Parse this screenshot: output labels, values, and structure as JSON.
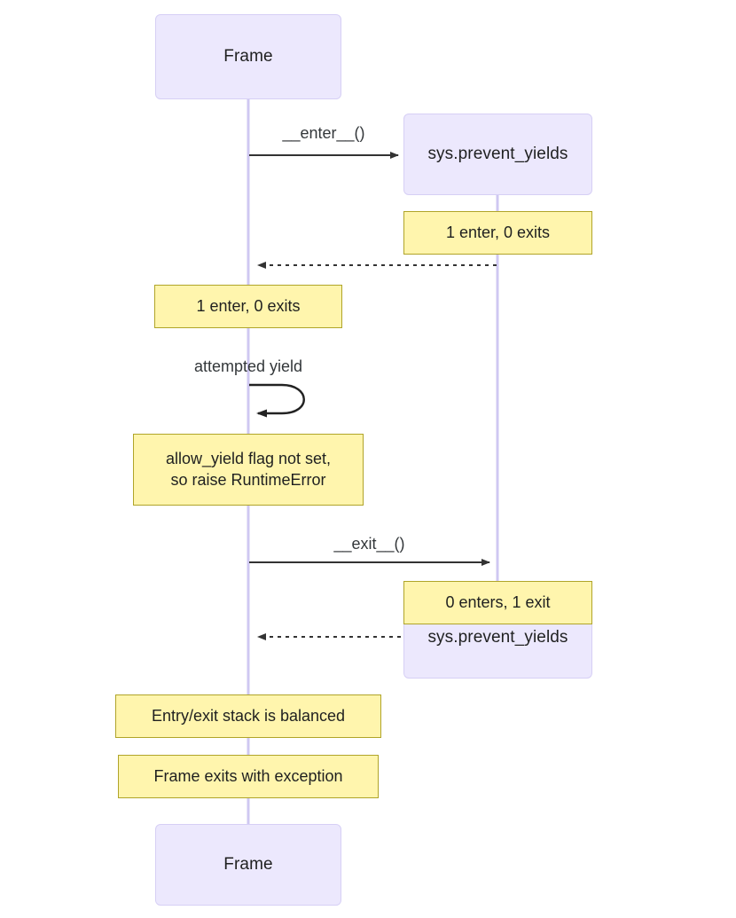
{
  "diagram": {
    "type": "sequence-diagram",
    "title": "",
    "background_color": "#ffffff",
    "actor_fill": "#ECE8FD",
    "actor_stroke": "#D6CFF5",
    "note_fill": "#FFF5AD",
    "note_stroke": "#B0A429",
    "lifeline_color": "#CFC8F2",
    "arrow_color": "#333333"
  },
  "participants": [
    {
      "id": "frame",
      "label": "Frame"
    },
    {
      "id": "sys",
      "label": "sys.prevent_yields"
    }
  ],
  "actors_top": [
    {
      "name": "frame-actor-top",
      "label": "Frame"
    },
    {
      "name": "sys-actor-top",
      "label": "sys.prevent_yields"
    }
  ],
  "actors_bottom": [
    {
      "name": "frame-actor-bottom",
      "label": "Frame"
    },
    {
      "name": "sys-actor-bottom",
      "label": "sys.prevent_yields"
    }
  ],
  "messages": [
    {
      "id": "m1",
      "label": "__enter__()",
      "from": "frame",
      "to": "sys",
      "style": "solid"
    },
    {
      "id": "m2",
      "label": "",
      "from": "sys",
      "to": "frame",
      "style": "dashed"
    },
    {
      "id": "m3",
      "label": "attempted yield",
      "from": "frame",
      "to": "frame",
      "style": "self-loop"
    },
    {
      "id": "m4",
      "label": "__exit__()",
      "from": "frame",
      "to": "sys",
      "style": "solid"
    },
    {
      "id": "m5",
      "label": "",
      "from": "sys",
      "to": "frame",
      "style": "dashed"
    }
  ],
  "notes": [
    {
      "id": "n1",
      "over": "sys",
      "text": "1 enter, 0 exits"
    },
    {
      "id": "n2",
      "over": "frame",
      "text": "1 enter, 0 exits"
    },
    {
      "id": "n3",
      "over": "frame",
      "text": "allow_yield flag not set,\nso raise RuntimeError"
    },
    {
      "id": "n4",
      "over": "sys",
      "text": "0 enters, 1 exit"
    },
    {
      "id": "n5",
      "over": "frame",
      "text": "Entry/exit stack is balanced"
    },
    {
      "id": "n6",
      "over": "frame",
      "text": "Frame exits with exception"
    }
  ]
}
